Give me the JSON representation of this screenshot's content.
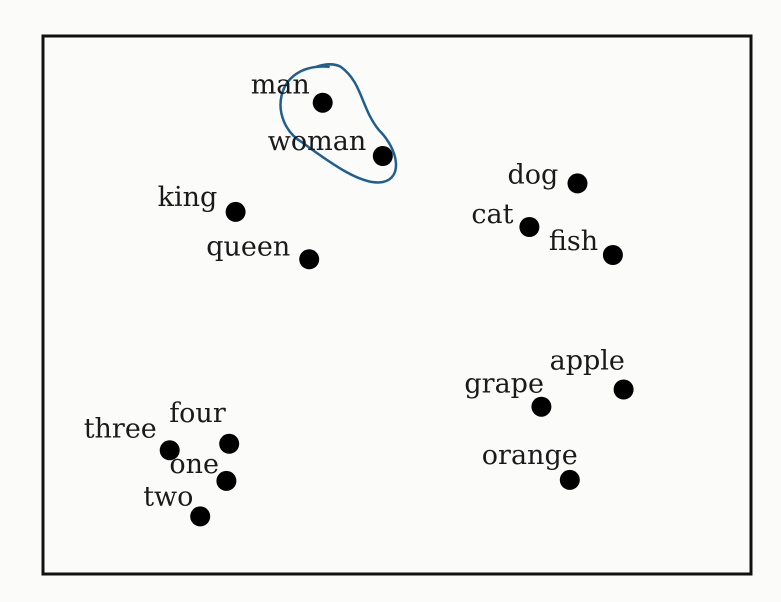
{
  "chart_data": {
    "type": "scatter",
    "title": "",
    "xlabel": "",
    "ylabel": "",
    "xlim": [
      0,
      100
    ],
    "ylim": [
      0,
      100
    ],
    "grid": false,
    "axes_visible": false,
    "points": [
      {
        "label": "man",
        "x": 39.5,
        "y": 87.6
      },
      {
        "label": "woman",
        "x": 48.0,
        "y": 77.7
      },
      {
        "label": "king",
        "x": 27.2,
        "y": 67.3
      },
      {
        "label": "queen",
        "x": 37.6,
        "y": 58.5
      },
      {
        "label": "dog",
        "x": 75.5,
        "y": 72.6
      },
      {
        "label": "cat",
        "x": 68.7,
        "y": 64.5
      },
      {
        "label": "fish",
        "x": 80.5,
        "y": 59.3
      },
      {
        "label": "apple",
        "x": 82.0,
        "y": 34.3
      },
      {
        "label": "grape",
        "x": 70.4,
        "y": 31.1
      },
      {
        "label": "orange",
        "x": 74.4,
        "y": 17.5
      },
      {
        "label": "three",
        "x": 17.9,
        "y": 23.0
      },
      {
        "label": "four",
        "x": 26.3,
        "y": 24.2
      },
      {
        "label": "one",
        "x": 25.9,
        "y": 17.3
      },
      {
        "label": "two",
        "x": 22.2,
        "y": 10.7
      }
    ],
    "annotation": {
      "type": "hand-drawn-loop",
      "encloses": [
        "man",
        "woman"
      ],
      "color": "#1f5f8f"
    }
  },
  "colors": {
    "marker": "#000000",
    "frame": "#111111",
    "annotation": "#1f5f8f"
  }
}
